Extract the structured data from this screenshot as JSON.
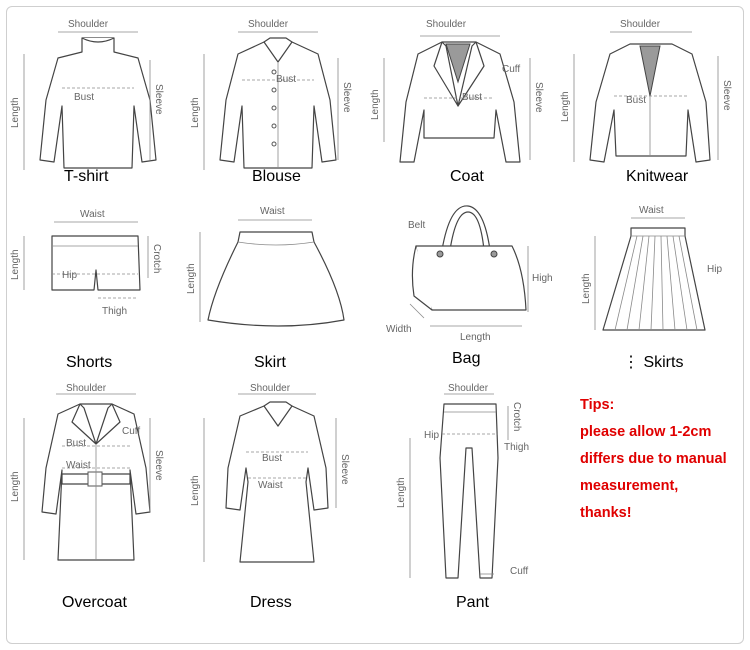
{
  "labels": {
    "shoulder": "Shoulder",
    "bust": "Bust",
    "length": "Length",
    "sleeve": "Sleeve",
    "cuff": "Cuff",
    "waist": "Waist",
    "hip": "Hip",
    "crotch": "Crotch",
    "thigh": "Thigh",
    "belt": "Belt",
    "high": "High",
    "width": "Width"
  },
  "items": {
    "tshirt": "T-shirt",
    "blouse": "Blouse",
    "coat": "Coat",
    "knitwear": "Knitwear",
    "shorts": "Shorts",
    "skirt": "Skirt",
    "bag": "Bag",
    "skirts": "⋮ Skirts",
    "overcoat": "Overcoat",
    "dress": "Dress",
    "pant": "Pant"
  },
  "tips": {
    "title": "Tips:",
    "lines": [
      "please allow 1-2cm",
      "differs due to manual",
      "measurement,",
      "thanks!"
    ]
  }
}
